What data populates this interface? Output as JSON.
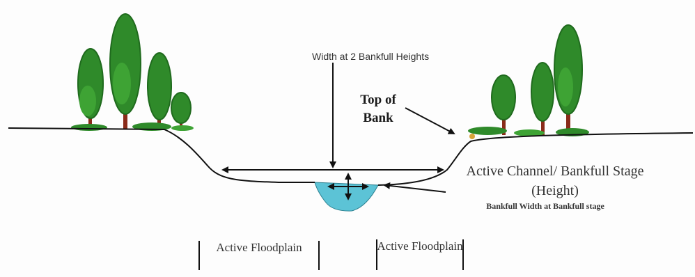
{
  "labels": {
    "width_2_bankfull_heights": "Width at 2 Bankfull Heights",
    "top_of_bank": "Top of Bank",
    "active_channel": "Active Channel/ Bankfull Stage (Height)",
    "bankfull_width": "Bankfull Width at Bankfull stage",
    "floodplain_left": "Active Floodplain",
    "floodplain_right": "Active Floodplain"
  },
  "colors": {
    "water": "#5cc3d6",
    "foliage": "#2f8a2a",
    "foliage_dark": "#1f6a1d",
    "trunk": "#8a2b1a",
    "ground_line": "#111111"
  }
}
